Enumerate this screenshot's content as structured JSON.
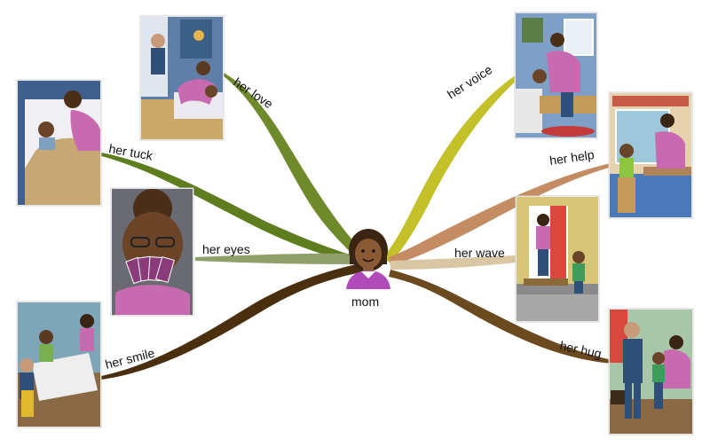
{
  "center": {
    "label": "mom",
    "icon": "woman-avatar-icon"
  },
  "branches": [
    {
      "id": "love",
      "label": "her love",
      "color": "#6f8a2a",
      "scene": "bedtime-kiss-illustration"
    },
    {
      "id": "tuck",
      "label": "her tuck",
      "color": "#5e7d1e",
      "scene": "tuck-in-bed-illustration"
    },
    {
      "id": "eyes",
      "label": "her eyes",
      "color": "#8fa06a",
      "scene": "playing-cards-illustration"
    },
    {
      "id": "smile",
      "label": "her smile",
      "color": "#4a2f0f",
      "scene": "family-dinner-illustration"
    },
    {
      "id": "voice",
      "label": "her voice",
      "color": "#c3c02a",
      "scene": "comforting-child-illustration"
    },
    {
      "id": "help",
      "label": "her help",
      "color": "#c38c63",
      "scene": "kitchen-help-illustration"
    },
    {
      "id": "wave",
      "label": "her wave",
      "color": "#d8c7a2",
      "scene": "door-wave-illustration"
    },
    {
      "id": "hug",
      "label": "her hug",
      "color": "#6b4a1f",
      "scene": "family-hug-illustration"
    }
  ]
}
